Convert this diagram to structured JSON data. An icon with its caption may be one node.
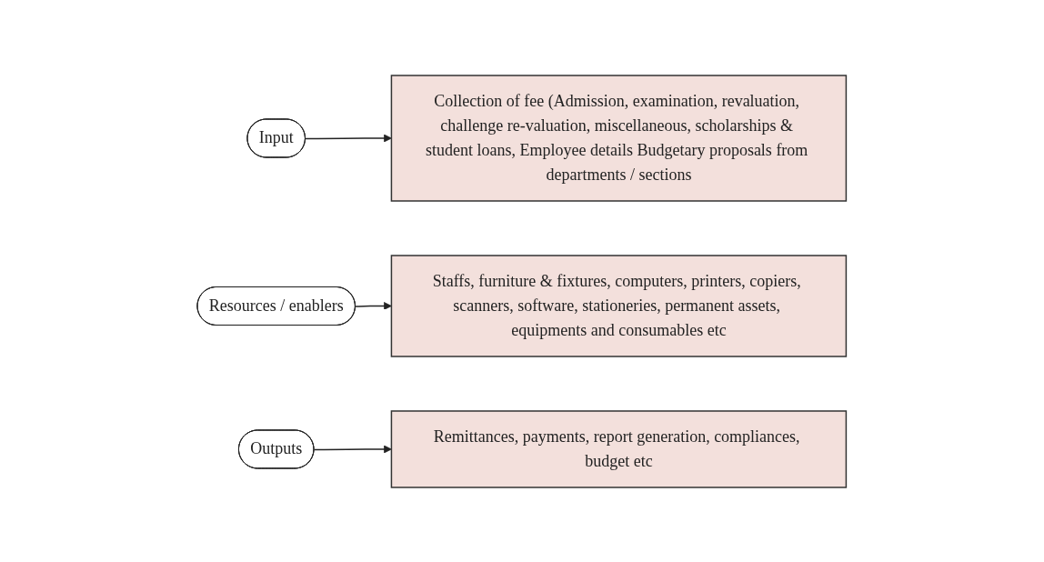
{
  "diagram": {
    "nodes": [
      {
        "text": [
          "Input"
        ]
      },
      {
        "text": [
          "Collection of fee (Admission, examination, revaluation, challenge re-valuation, miscellaneous, scholarships & student loans, Employee details Budgetary proposals from departments / sections"
        ]
      },
      {
        "text": [
          "Resources / enablers"
        ]
      },
      {
        "text": [
          "Staffs, furniture & fixtures, computers, printers, copiers, scanners, software, stationeries, permanent assets, equipments and consumables etc"
        ]
      },
      {
        "text": [
          "Outputs"
        ]
      },
      {
        "text": [
          "Remittances, payments, report generation, compliances, budget etc"
        ]
      }
    ],
    "edges": [
      {
        "from": 0,
        "to": 1,
        "arrow": "to"
      },
      {
        "from": 2,
        "to": 3,
        "arrow": "to"
      },
      {
        "from": 4,
        "to": 5,
        "arrow": "to"
      }
    ]
  }
}
